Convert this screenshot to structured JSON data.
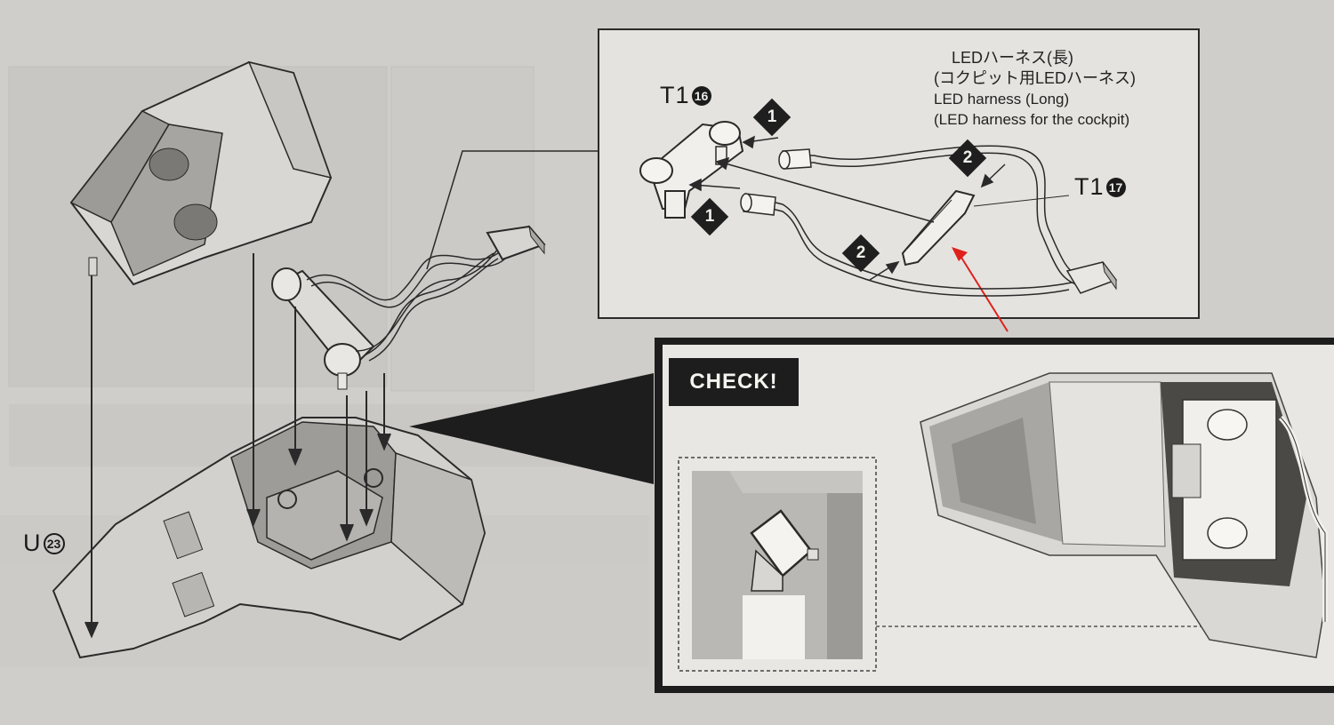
{
  "labels": {
    "t1_16": {
      "prefix": "T1",
      "num": "16"
    },
    "t1_17": {
      "prefix": "T1",
      "num": "17"
    },
    "u_23": {
      "prefix": "U",
      "num": "23"
    }
  },
  "harness": {
    "line1": "LEDハーネス(長)",
    "line2": "(コクピット用LEDハーネス)",
    "line3": "LED harness (Long)",
    "line4": "(LED harness for the cockpit)"
  },
  "steps": {
    "step1": "1",
    "step2": "2"
  },
  "check": {
    "label": "CHECK!"
  },
  "colors": {
    "page": "#cfcecb",
    "ink": "#1b1b1b",
    "panel": "#e6e5e1",
    "photo_frame": "#1d1d1d",
    "annotation_arrow": "#e0201b"
  }
}
